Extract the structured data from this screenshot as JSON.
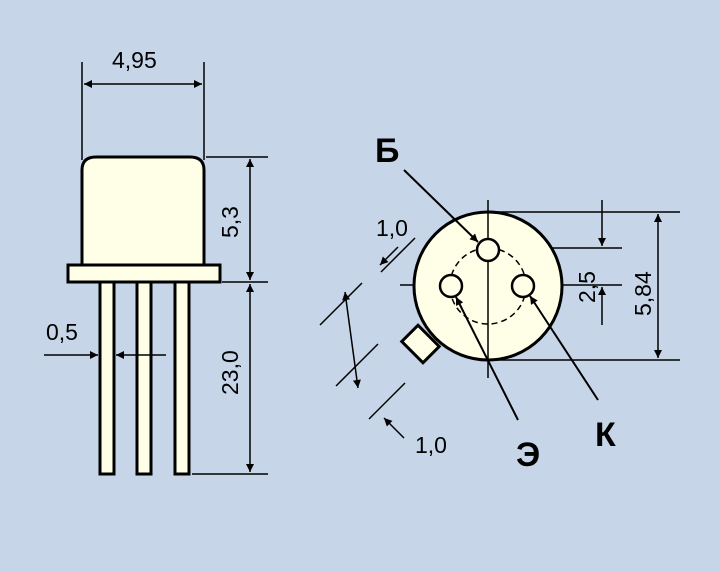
{
  "colors": {
    "background": "#c6d6e8",
    "body_fill": "#ffffe8",
    "ink": "#000000"
  },
  "side_view": {
    "body_width": "4,95",
    "body_height": "5,3",
    "lead_diameter": "0,5",
    "lead_length": "23,0"
  },
  "bottom_view": {
    "tab_width": "1,0",
    "tab_length": "1,0",
    "pin_spacing": "2,5",
    "diameter": "5,84",
    "pin_base": "Б",
    "pin_emitter": "Э",
    "pin_collector": "К"
  }
}
